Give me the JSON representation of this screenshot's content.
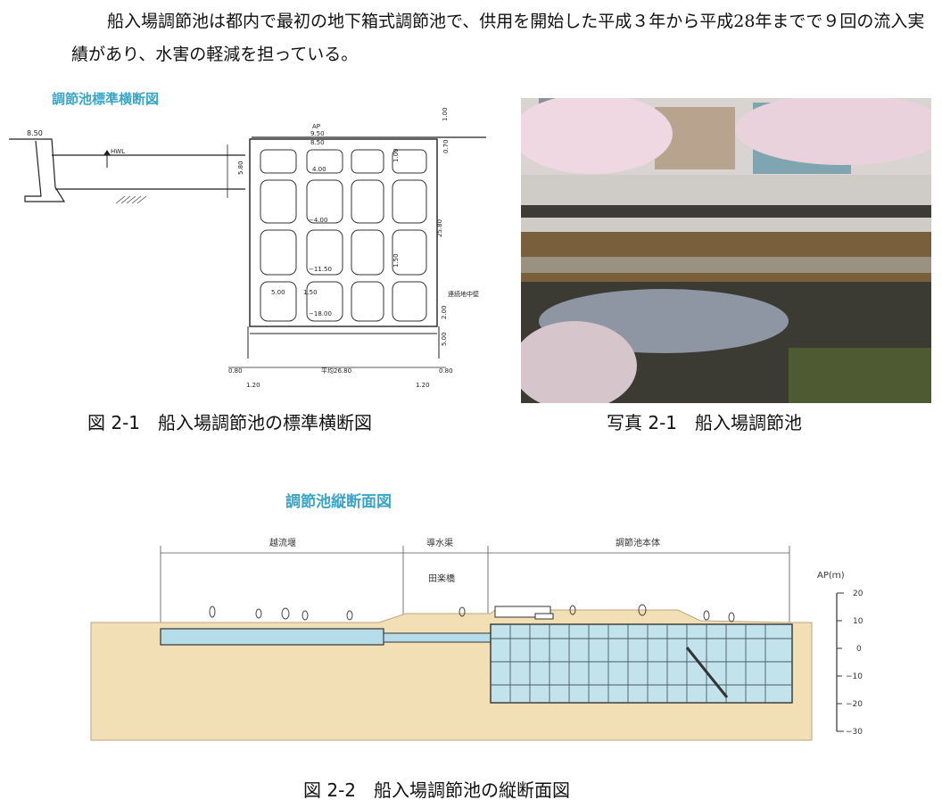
{
  "paragraph": "船入場調節池は都内で最初の地下箱式調節池で、供用を開始した平成３年から平成28年までで９回の流入実績があり、水害の軽減を担っている。",
  "figure1": {
    "title": "調節池標準横断図",
    "caption": "図 2-1　船入場調節池の標準横断図",
    "labels": {
      "ap": "AP",
      "lv_950": "9.50",
      "lv_850_top": "8.50",
      "lv_850_left": "8.50",
      "hwl": "HWL",
      "lv_400": "4.00",
      "lv_m400": "−4.00",
      "lv_m1150": "−11.50",
      "lv_m1800": "−18.00",
      "d_500": "5.00",
      "d_150a": "1.50",
      "d_100_top": "1.00",
      "d_070": "0.70",
      "d_580": "5.80",
      "d_100_inner": "1.00",
      "d_2580": "25.80",
      "d_150b": "1.50",
      "d_200": "2.00",
      "d_500_right": "5.00",
      "wall": "連続地中壁",
      "b_080_left": "0.80",
      "b_120_left": "1.20",
      "b_avg": "平均26.80",
      "b_120_right": "1.20",
      "b_080_right": "0.80"
    }
  },
  "photo": {
    "caption": "写真 2-1　船入場調節池"
  },
  "figure2": {
    "title": "調節池縦断面図",
    "caption": "図 2-2　船入場調節池の縦断面図",
    "section_overflow": "越流堰",
    "section_channel": "導水渠",
    "section_body": "調節池本体",
    "bridge": "田楽橋",
    "axis_title": "AP(ｍ)",
    "axis_ticks": [
      "20",
      "10",
      "0",
      "−10",
      "−20",
      "−30"
    ]
  }
}
